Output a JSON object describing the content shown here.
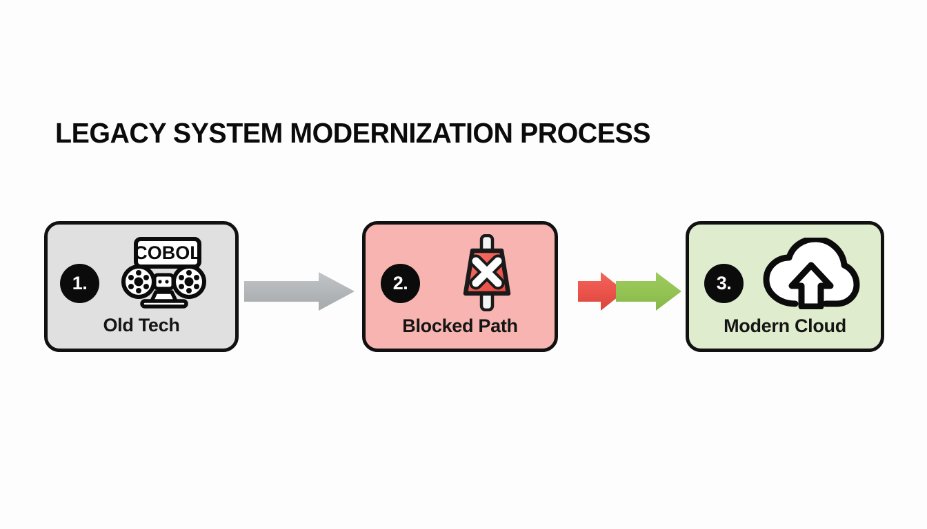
{
  "page": {
    "title": "LEGACY SYSTEM MODERNIZATION PROCESS",
    "background_color": "#fdfdfd"
  },
  "diagram": {
    "type": "process-flow",
    "orientation": "horizontal",
    "steps": [
      {
        "number": "1.",
        "label": "Old Tech",
        "icon": "cobol-tape-drive-icon",
        "icon_text": "COBOL",
        "card_color": "#e0e0e0",
        "border_color": "#111111"
      },
      {
        "number": "2.",
        "label": "Blocked Path",
        "icon": "blocked-sign-icon",
        "card_color": "#f7b4b0",
        "border_color": "#111111",
        "sign_color": "#ee5a52"
      },
      {
        "number": "3.",
        "label": "Modern Cloud",
        "icon": "cloud-upload-icon",
        "card_color": "#dfeccd",
        "border_color": "#111111"
      }
    ],
    "connectors": [
      {
        "name": "arrow-1-2",
        "direction": "right",
        "color": "#b3b6b8"
      },
      {
        "name": "arrow-2-3-red",
        "direction": "right",
        "color": "#ee5a52"
      },
      {
        "name": "arrow-2-3-green",
        "direction": "right",
        "color": "#93c353"
      }
    ]
  }
}
